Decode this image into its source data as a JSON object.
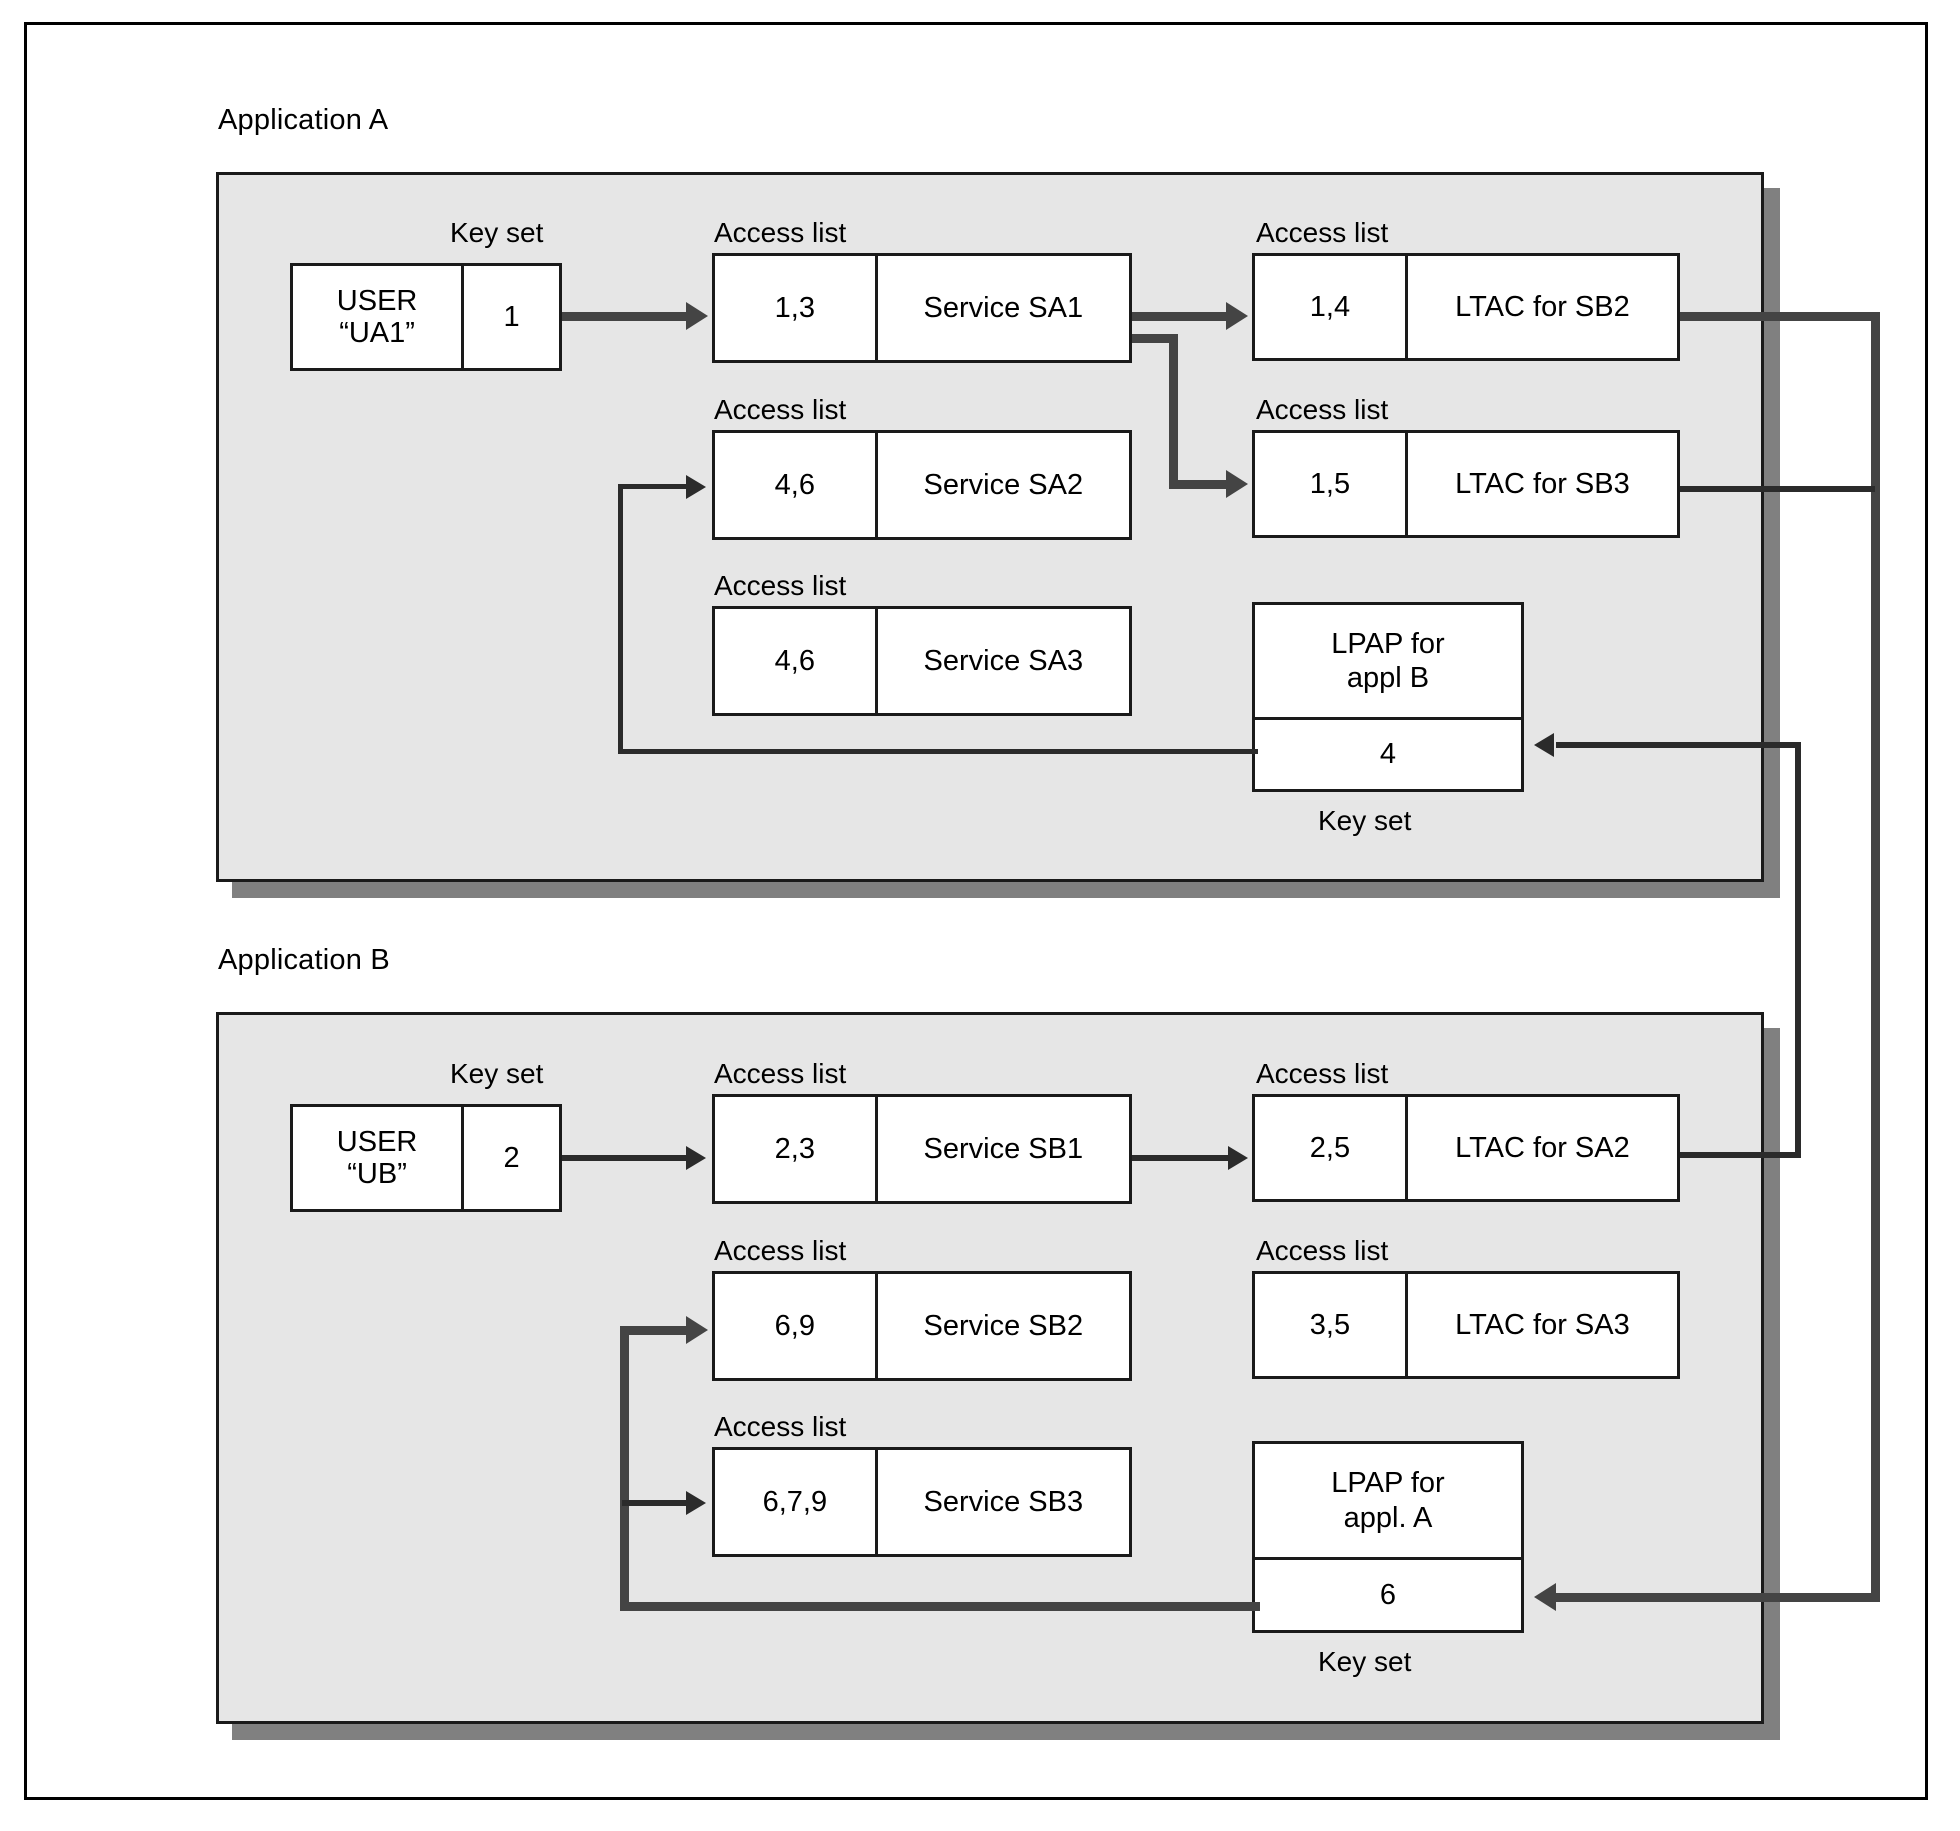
{
  "diagram": {
    "applications": [
      {
        "title": "Application A",
        "user_box": {
          "user_label": "USER",
          "user_name": "“UA1”",
          "key_set_caption": "Key set",
          "key_set_value": "1"
        },
        "rows": [
          {
            "caption": "Access list",
            "keys": "1,3",
            "name": "Service SA1"
          },
          {
            "caption": "Access list",
            "keys": "4,6",
            "name": "Service SA2"
          },
          {
            "caption": "Access list",
            "keys": "4,6",
            "name": "Service SA3"
          }
        ],
        "ltacs": [
          {
            "caption": "Access list",
            "keys": "1,4",
            "name": "LTAC for SB2"
          },
          {
            "caption": "Access list",
            "keys": "1,5",
            "name": "LTAC for SB3"
          }
        ],
        "lpap": {
          "title_line1": "LPAP for",
          "title_line2": "appl B",
          "key_set_value": "4",
          "key_set_caption": "Key set"
        }
      },
      {
        "title": "Application B",
        "user_box": {
          "user_label": "USER",
          "user_name": "“UB”",
          "key_set_caption": "Key set",
          "key_set_value": "2"
        },
        "rows": [
          {
            "caption": "Access list",
            "keys": "2,3",
            "name": "Service SB1"
          },
          {
            "caption": "Access list",
            "keys": "6,9",
            "name": "Service SB2"
          },
          {
            "caption": "Access list",
            "keys": "6,7,9",
            "name": "Service SB3"
          }
        ],
        "ltacs": [
          {
            "caption": "Access list",
            "keys": "2,5",
            "name": "LTAC for SA2"
          },
          {
            "caption": "Access list",
            "keys": "3,5",
            "name": "LTAC for SA3"
          }
        ],
        "lpap": {
          "title_line1": "LPAP for",
          "title_line2": "appl. A",
          "key_set_value": "6",
          "key_set_caption": "Key set"
        }
      }
    ],
    "colors": {
      "panel_fill": "#e6e6e6",
      "panel_border": "#1a1a1a",
      "panel_shadow": "#808080",
      "box_fill": "#ffffff",
      "connector": "#444444",
      "connector_thin": "#2b2b2b",
      "text": "#000000"
    }
  }
}
